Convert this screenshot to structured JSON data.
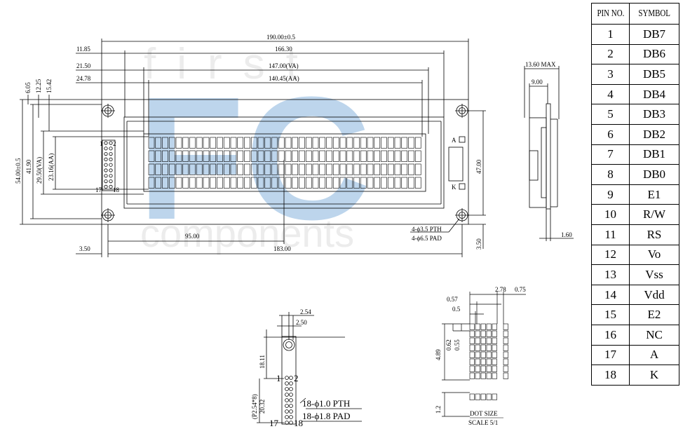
{
  "watermark": {
    "word1": "first",
    "logo": "FC",
    "word2": "components"
  },
  "main_view": {
    "width_overall": "190.00±0.5",
    "width_pcb_inner": "166.30",
    "width_va": "147.00(VA)",
    "width_aa": "140.45(AA)",
    "offset_11_85": "11.85",
    "offset_21_50": "21.50",
    "offset_24_78": "24.78",
    "height_overall": "54.00±0.5",
    "height_41_90": "41.90",
    "height_va": "29.50(VA)",
    "height_aa": "23.16(AA)",
    "top_6_05": "6.05",
    "top_12_25": "12.25",
    "top_15_42": "15.42",
    "height_47": "47.00",
    "width_95": "95.00",
    "width_183": "183.00",
    "left_3_50": "3.50",
    "bottom_3_50": "3.50",
    "hole_pth": "4-ϕ3.5 PTH",
    "hole_pad": "4-ϕ6.5 PAD",
    "pin1_label": "1",
    "pin2_label": "2",
    "pin17_label": "17",
    "pin18_label": "18",
    "label_a": "A",
    "label_k": "K"
  },
  "side_view": {
    "max_thickness": "13.60 MAX",
    "depth": "9.00",
    "pcb": "1.60"
  },
  "connector_detail": {
    "pitch_2_54": "2.54",
    "pitch_2_50": "2.50",
    "height_18_11": "18.11",
    "height_20_32": "20.32",
    "pitch_note": "(P2.54*8)",
    "pin1": "1",
    "pin2": "2",
    "pin17": "17",
    "pin18": "18",
    "pth": "18-ϕ1.0 PTH",
    "pad": "18-ϕ1.8 PAD"
  },
  "dot_detail": {
    "w_2_78": "2.78",
    "w_0_75": "0.75",
    "w_0_57": "0.57",
    "w_0_5": "0.5",
    "h_4_89": "4.89",
    "h_0_62": "0.62",
    "h_0_55": "0.55",
    "h_1_2": "1.2",
    "title": "DOT SIZE",
    "scale": "SCALE 5/1"
  },
  "pin_table": {
    "headers": [
      "PIN NO.",
      "SYMBOL"
    ],
    "rows": [
      [
        "1",
        "DB7"
      ],
      [
        "2",
        "DB6"
      ],
      [
        "3",
        "DB5"
      ],
      [
        "4",
        "DB4"
      ],
      [
        "5",
        "DB3"
      ],
      [
        "6",
        "DB2"
      ],
      [
        "7",
        "DB1"
      ],
      [
        "8",
        "DB0"
      ],
      [
        "9",
        "E1"
      ],
      [
        "10",
        "R/W"
      ],
      [
        "11",
        "RS"
      ],
      [
        "12",
        "Vo"
      ],
      [
        "13",
        "Vss"
      ],
      [
        "14",
        "Vdd"
      ],
      [
        "15",
        "E2"
      ],
      [
        "16",
        "NC"
      ],
      [
        "17",
        "A"
      ],
      [
        "18",
        "K"
      ]
    ]
  }
}
